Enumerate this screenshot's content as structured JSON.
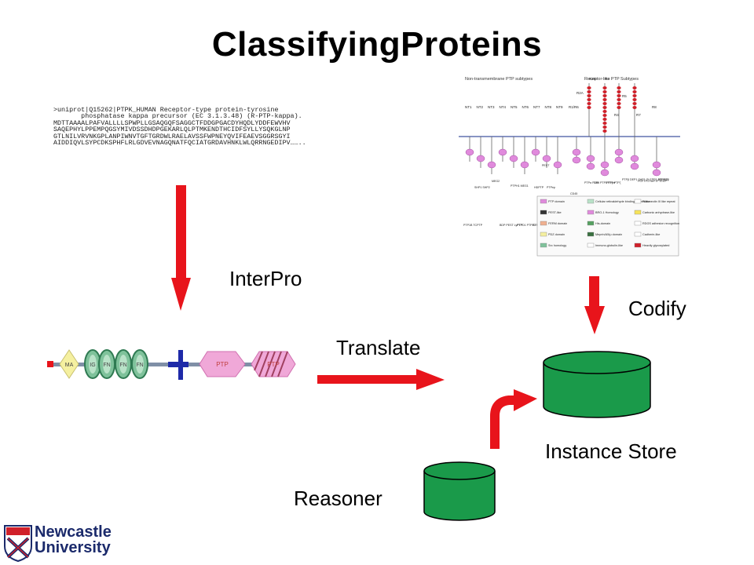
{
  "title": "ClassifyingProteins",
  "sequence": {
    "header_line1": ">uniprot|Q15262|PTPK_HUMAN Receptor-type protein-tyrosine",
    "header_line2": "       phosphatase kappa precursor (EC 3.1.3.48) (R-PTP-kappa).",
    "lines": [
      "MDTTAAAALPAFVALLLLSPWPLLGSAQGQFSAGGCTFDDGPGACDYHQDLYDDFEWVHV",
      "SAQEPHYLPPEMPQGSYMIVDSSDHDPGEKARLQLPTMKENDTHCIDFSYLLYSQKGLNP",
      "GTLNILVRVNKGPLANPIWNVTGFTGRDWLRAELAVSSFWPNEYQVIFEAEVSGGRSGYI",
      "AIDDIQVLSYPCDKSPHFLRLGDVEVNAGQNATFQCIATGRDAVHNKLWLQRRNGEDIPV…….."
    ]
  },
  "labels": {
    "interpro": "InterPro",
    "codify": "Codify",
    "translate": "Translate",
    "instance_store": "Instance Store",
    "reasoner": "Reasoner"
  },
  "domain_bar": {
    "domain_labels": [
      "MA",
      "IG",
      "FN",
      "FN",
      "FN",
      "PTP",
      "PTP"
    ]
  },
  "ptp_figure": {
    "header_left": "Non-transmembrane PTP subtypes",
    "header_right": "Receptor-like PTP Subtypes",
    "nt_labels": [
      "NT1",
      "NT2",
      "NT3",
      "NT4",
      "NT5",
      "NT6",
      "NT7",
      "NT8",
      "NT9"
    ],
    "r_labels": [
      "R1/R6",
      "R2A",
      "R2B",
      "R3",
      "R4",
      "R5",
      "R7",
      "R8"
    ],
    "member_labels": [
      "SHP1 SHP2",
      "MEG2",
      "PTPH1 MEG1",
      "PEST",
      "HDPTP",
      "PTPep",
      "CD45",
      "PTPα PTPε",
      "LAR PTPδ PTPσ",
      "PTPγ PTPζ",
      "PTPβ DEP1 SAP1 GLEPP1 PTPS31",
      "PCPTP1 HePTP STEP",
      "IA2 IA2β",
      "PTP1B TCPTP",
      "BDP PEST LyPTP",
      "PTPD1 PTPD2",
      "PTP BAS"
    ],
    "legend": [
      "PTP domain",
      "Cellular retinaldehyde binding protein-like",
      "Fibronectin III like repeat",
      "PEST-like",
      "BRO-1 Homology",
      "Carbonic anhydrase-like",
      "FERM domain",
      "His-domain",
      "RDGS adhesion recognition motif",
      "PDZ domain",
      "Meprin/A5/μ domain",
      "Cadherin-like",
      "Src homology",
      "Immuno-globulin-like",
      "Heavily glycosylated"
    ]
  },
  "logo": {
    "line1": "Newcastle",
    "line2": "University"
  },
  "colors": {
    "arrow": "#e8141b",
    "cylinder": "#1a9a4a",
    "cylinder_outline": "#000000",
    "domain_green": "#7fc29b",
    "domain_yellow": "#f5f0a0",
    "domain_pink": "#f0a8d8",
    "navy": "#1b2a6b"
  }
}
